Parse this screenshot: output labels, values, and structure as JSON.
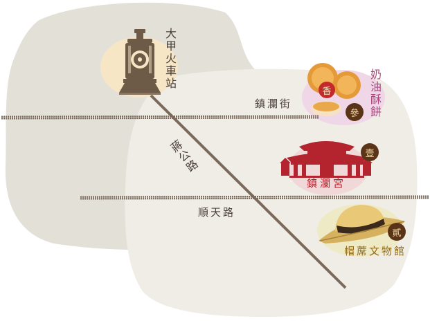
{
  "roads": {
    "zhenlan_street": "鎮瀾街",
    "jiang_gong_road": "蔣公路",
    "shuntian_road": "順天路"
  },
  "places": {
    "station": {
      "name": "大甲火車站"
    },
    "temple": {
      "name": "鎮瀾宮",
      "badge": "壹"
    },
    "hat_museum": {
      "name": "帽蓆文物館",
      "badge": "貳"
    },
    "pastry": {
      "name": "奶油酥餅",
      "badge": "參",
      "stamp": "香"
    }
  },
  "colors": {
    "land_light": "#efede6",
    "land_dark": "#e3e0d8",
    "road": "#7b6a5c",
    "road_label": "#4a3f37",
    "station_bg": "#f6e6c6",
    "temple_bg": "#f0d8d8",
    "temple_red": "#b3242f",
    "pastry_bg": "#efd7e8",
    "pastry_text": "#b0447f",
    "hat_bg": "#efeac6",
    "hat_text": "#8e6a1c",
    "badge_dark": "#5b3418",
    "badge_red": "#c52a2a"
  },
  "icons": [
    "train-icon",
    "temple-icon",
    "straw-hat-icon",
    "pastry-icon"
  ]
}
